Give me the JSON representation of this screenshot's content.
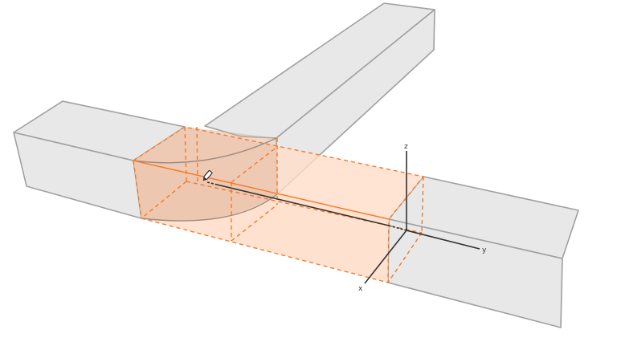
{
  "diagram": {
    "axes": {
      "x_label": "x",
      "y_label": "y",
      "z_label": "z"
    },
    "colors": {
      "beam": "#e8e8e8",
      "beam_edge": "#a0a0a0",
      "highlight": "#f47a2a",
      "highlight_fill": "#ffdcc8",
      "axis": "#333333"
    },
    "icons": {
      "edit": "pencil-icon"
    }
  }
}
